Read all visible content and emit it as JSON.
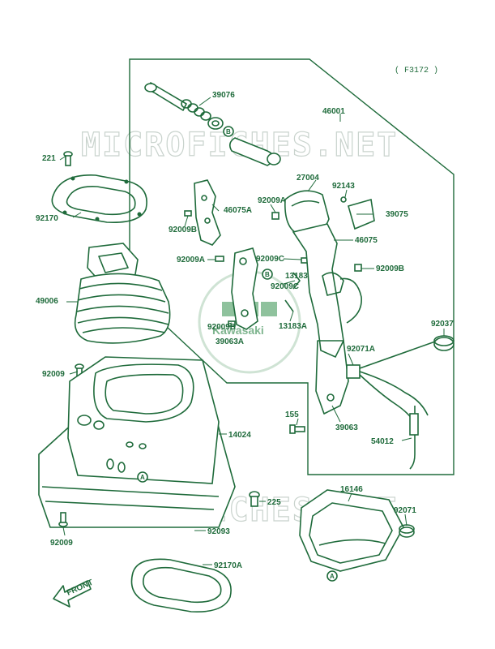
{
  "figure_ref": "( F3172 )",
  "watermark": {
    "text": "MICROFICHES.NET",
    "brand": "Kawasaki"
  },
  "front_label": "FRONT",
  "callout_letters": [
    "A",
    "B"
  ],
  "parts": [
    {
      "id": "p39076",
      "number": "39076"
    },
    {
      "id": "p46001",
      "number": "46001"
    },
    {
      "id": "p221",
      "number": "221"
    },
    {
      "id": "p27004",
      "number": "27004"
    },
    {
      "id": "p92143",
      "number": "92143"
    },
    {
      "id": "p92009A_1",
      "number": "92009A"
    },
    {
      "id": "p46075A",
      "number": "46075A"
    },
    {
      "id": "p39075",
      "number": "39075"
    },
    {
      "id": "p92170",
      "number": "92170"
    },
    {
      "id": "p92009B_1",
      "number": "92009B"
    },
    {
      "id": "p46075",
      "number": "46075"
    },
    {
      "id": "p92009A_2",
      "number": "92009A"
    },
    {
      "id": "p92009C_1",
      "number": "92009C"
    },
    {
      "id": "p92009B_2",
      "number": "92009B"
    },
    {
      "id": "p13183",
      "number": "13183"
    },
    {
      "id": "p92009C_2",
      "number": "92009C"
    },
    {
      "id": "p49006",
      "number": "49006"
    },
    {
      "id": "p92009B_3",
      "number": "92009B"
    },
    {
      "id": "p13183A",
      "number": "13183A"
    },
    {
      "id": "p39063A",
      "number": "39063A"
    },
    {
      "id": "p92037",
      "number": "92037"
    },
    {
      "id": "p92071A",
      "number": "92071A"
    },
    {
      "id": "p92009_1",
      "number": "92009"
    },
    {
      "id": "p155",
      "number": "155"
    },
    {
      "id": "p39063",
      "number": "39063"
    },
    {
      "id": "p14024",
      "number": "14024"
    },
    {
      "id": "p54012",
      "number": "54012"
    },
    {
      "id": "p225",
      "number": "225"
    },
    {
      "id": "p16146",
      "number": "16146"
    },
    {
      "id": "p92071",
      "number": "92071"
    },
    {
      "id": "p92009_2",
      "number": "92009"
    },
    {
      "id": "p92093",
      "number": "92093"
    },
    {
      "id": "p92170A",
      "number": "92170A"
    }
  ],
  "colors": {
    "line": "#1f6b3b",
    "watermark": "#c9d3cd",
    "background": "#ffffff"
  }
}
